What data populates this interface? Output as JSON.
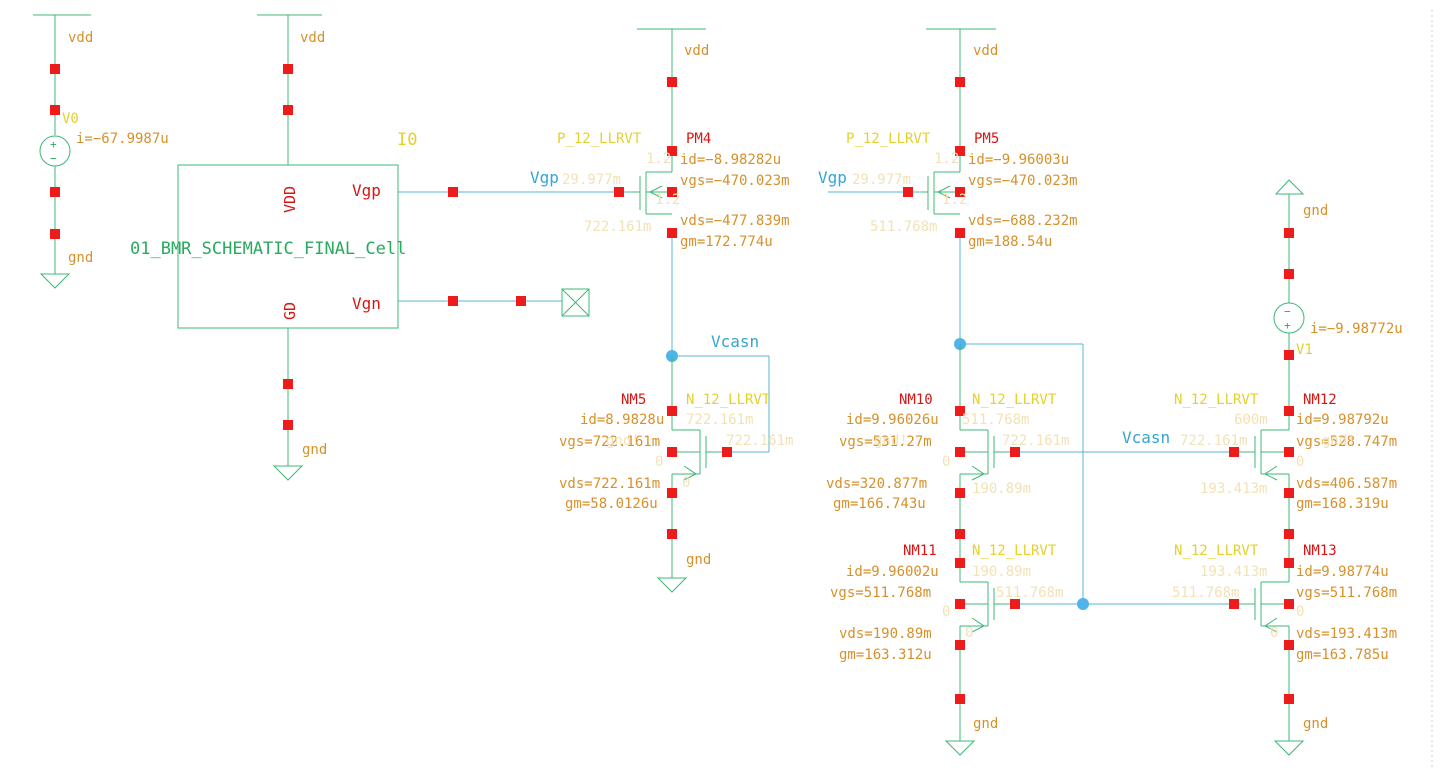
{
  "colors": {
    "wire": "#5ab4d6",
    "device": "#3cb878",
    "pin": "#ee1b1b",
    "node": "#4fb4ea",
    "annot": "#d6912c",
    "model": "#e4d12c",
    "inst": "#d81515",
    "net": "#34a5cf"
  },
  "sources": {
    "v0": {
      "name": "V0",
      "current": "i=−67.9987u",
      "top": "vdd",
      "bottom": "gnd"
    },
    "v1": {
      "name": "V1",
      "current": "i=−9.98772u",
      "top": "gnd"
    }
  },
  "cell": {
    "name": "01_BMR_SCHEMATIC_FINAL_Cell",
    "inst": "I0",
    "pins": {
      "vdd": "VDD",
      "gd": "GD",
      "vgp": "Vgp",
      "vgn": "Vgn"
    },
    "top": "vdd",
    "bottom": "gnd"
  },
  "nets": {
    "vgp1": "Vgp",
    "vgp2": "Vgp",
    "vcasn1": "Vcasn",
    "vcasn2": "Vcasn",
    "vdd_pm4": "vdd",
    "vdd_pm5": "vdd",
    "gnd_nm5": "gnd",
    "gnd_nm11": "gnd",
    "gnd_nm13": "gnd"
  },
  "devices": {
    "pm4": {
      "name": "PM4",
      "model": "P_12_LLRVT",
      "id": "id=−8.98282u",
      "vgs": "vgs=−470.023m",
      "vds": "vds=−477.839m",
      "gm": "gm=172.774u",
      "ghost": [
        "1.2",
        "29.977m",
        "1.2",
        "722.161m"
      ]
    },
    "pm5": {
      "name": "PM5",
      "model": "P_12_LLRVT",
      "id": "id=−9.96003u",
      "vgs": "vgs=−470.023m",
      "vds": "vds=−688.232m",
      "gm": "gm=188.54u",
      "ghost": [
        "1.2",
        "29.977m",
        "1.2",
        "511.768m"
      ]
    },
    "nm5": {
      "name": "NM5",
      "model": "N_12_LLRVT",
      "id": "id=8.9828u",
      "vgs": "vgs=722.161m",
      "vds": "vds=722.161m",
      "gm": "gm=58.0126u",
      "ghost": [
        "722.161m",
        "722.161m",
        "gnd!",
        "0",
        "0"
      ]
    },
    "nm10": {
      "name": "NM10",
      "model": "N_12_LLRVT",
      "id": "id=9.96026u",
      "vgs": "vgs=531.27m",
      "vds": "vds=320.877m",
      "gm": "gm=166.743u",
      "ghost": [
        "511.768m",
        "722.161m",
        "gnd!",
        "0",
        "190.89m"
      ]
    },
    "nm11": {
      "name": "NM11",
      "model": "N_12_LLRVT",
      "id": "id=9.96002u",
      "vgs": "vgs=511.768m",
      "vds": "vds=190.89m",
      "gm": "gm=163.312u",
      "ghost": [
        "190.89m",
        "511.768m",
        "0",
        "0"
      ]
    },
    "nm12": {
      "name": "NM12",
      "model": "N_12_LLRVT",
      "id": "id=9.98792u",
      "vgs": "vgs=528.747m",
      "vds": "vds=406.587m",
      "gm": "gm=168.319u",
      "ghost": [
        "600m",
        "722.161m",
        "gnd!",
        "0",
        "193.413m"
      ]
    },
    "nm13": {
      "name": "NM13",
      "model": "N_12_LLRVT",
      "id": "id=9.98774u",
      "vgs": "vgs=511.768m",
      "vds": "vds=193.413m",
      "gm": "gm=163.785u",
      "ghost": [
        "193.413m",
        "511.768m",
        "0",
        "0"
      ]
    }
  }
}
